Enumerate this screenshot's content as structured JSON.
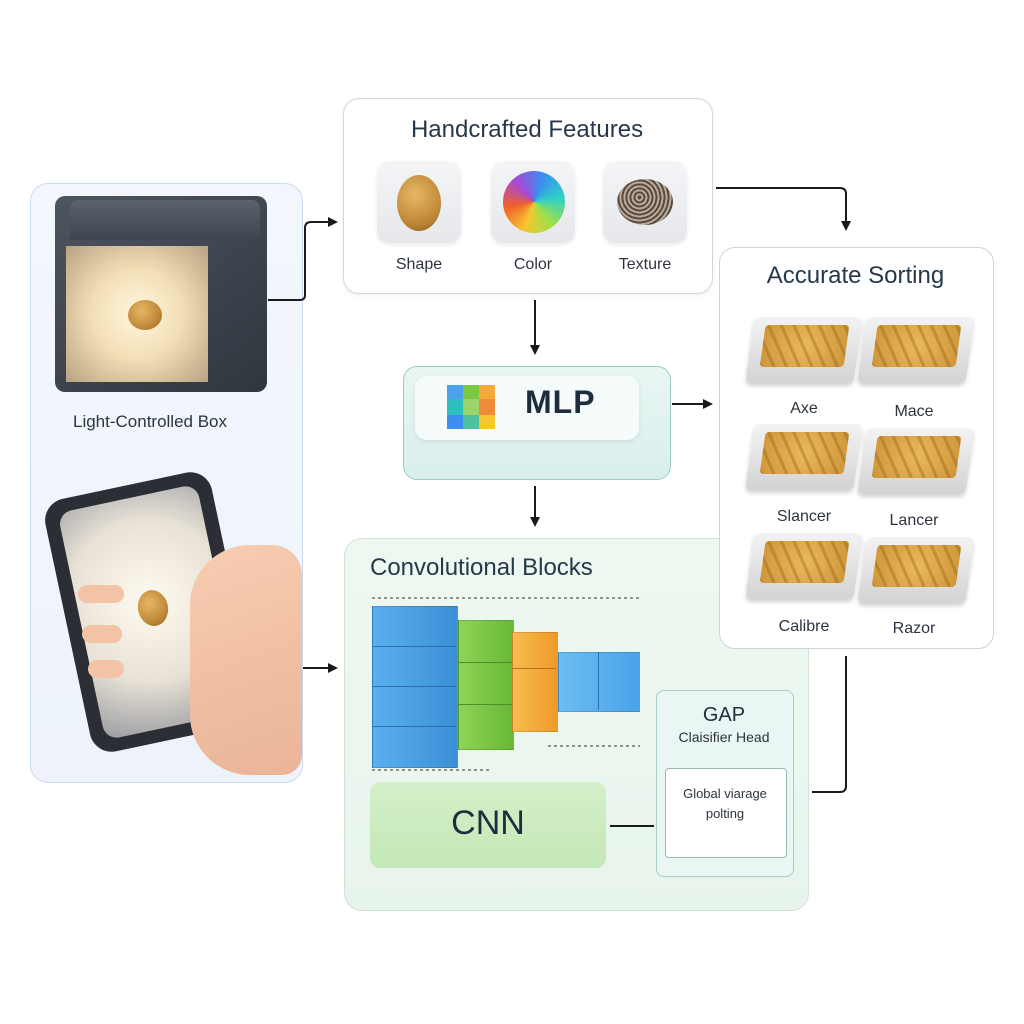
{
  "acquisition": {
    "box_label": "Light-Controlled Box"
  },
  "handcrafted": {
    "title": "Handcrafted Features",
    "features": [
      {
        "label": "Shape",
        "icon": "seed-shape-icon"
      },
      {
        "label": "Color",
        "icon": "color-sphere-icon"
      },
      {
        "label": "Texture",
        "icon": "texture-icon"
      }
    ]
  },
  "mlp": {
    "label": "MLP",
    "icon": "grid-color-icon"
  },
  "conv": {
    "title": "Convolutional Blocks",
    "cnn_label": "CNN",
    "gap": {
      "title": "GAP",
      "subtitle": "Claisifier Head",
      "detail_line1": "Global viarage",
      "detail_line2": "polting"
    }
  },
  "sorting": {
    "title": "Accurate Sorting",
    "trays": [
      {
        "label": "Axe"
      },
      {
        "label": "Mace"
      },
      {
        "label": "Slancer"
      },
      {
        "label": "Lancer"
      },
      {
        "label": "Calibre"
      },
      {
        "label": "Razor"
      }
    ]
  },
  "colors": {
    "arrow": "#1a1a1a",
    "cube_blue": "#4aa3e8",
    "cube_green": "#7ac943",
    "cube_orange": "#f4a93a"
  }
}
